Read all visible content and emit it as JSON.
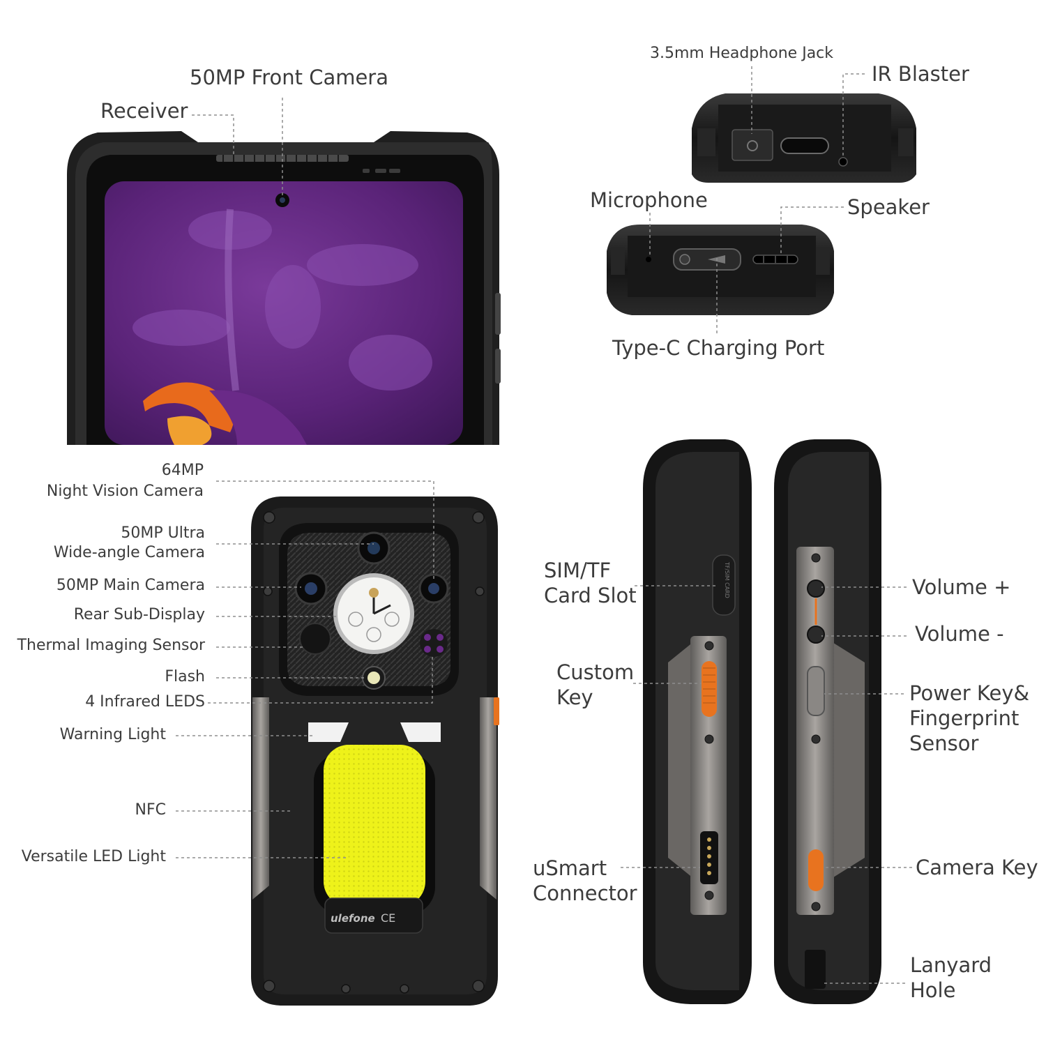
{
  "front": {
    "front_camera": "50MP Front Camera",
    "receiver": "Receiver"
  },
  "top_edge": {
    "headphone_jack": "3.5mm Headphone Jack",
    "ir_blaster": "IR Blaster"
  },
  "bottom_edge": {
    "microphone": "Microphone",
    "speaker": "Speaker",
    "type_c_port": "Type-C Charging Port"
  },
  "back": {
    "night_vision_camera": [
      "64MP",
      "Night Vision Camera"
    ],
    "ultra_wide_camera": [
      "50MP Ultra",
      "Wide-angle Camera"
    ],
    "main_camera": "50MP Main Camera",
    "rear_sub_display": "Rear Sub-Display",
    "thermal_sensor": "Thermal Imaging Sensor",
    "flash": "Flash",
    "infrared_leds": "4 Infrared LEDS",
    "warning_light": "Warning Light",
    "nfc": "NFC",
    "led_light": "Versatile LED Light",
    "brand_logo": "ulefone"
  },
  "left_side": {
    "sim_slot": [
      "SIM/TF",
      "Card Slot"
    ],
    "sim_slot_marking": "TF/SIM CARD",
    "custom_key": [
      "Custom",
      "Key"
    ],
    "usmart_connector": [
      "uSmart",
      "Connector"
    ]
  },
  "right_side": {
    "volume_up": "Volume +",
    "volume_down": "Volume -",
    "power_key": [
      "Power Key&",
      "Fingerprint",
      "Sensor"
    ],
    "camera_key": "Camera Key",
    "lanyard_hole": [
      "Lanyard",
      "Hole"
    ]
  },
  "colors": {
    "body": "#1c1c1c",
    "frame": "#2e2e2e",
    "metal": "#8a8784",
    "accent_orange": "#e8731f",
    "led_yellow": "#f2f215",
    "screen_purple": "#5a2a7a"
  }
}
